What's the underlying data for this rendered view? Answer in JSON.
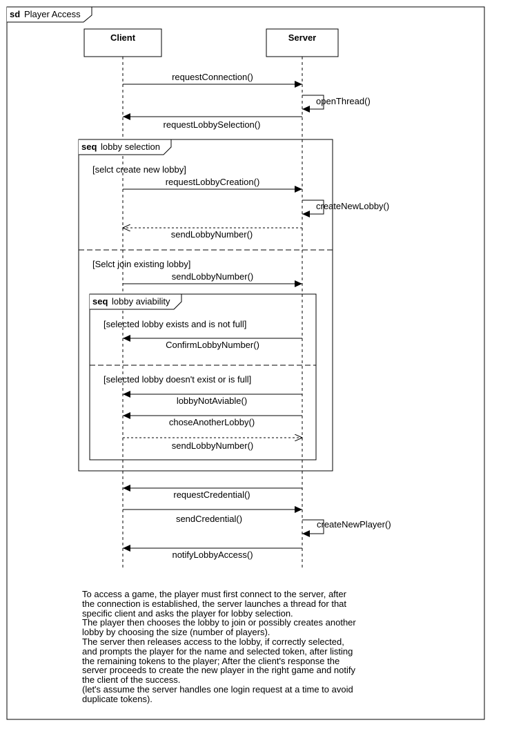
{
  "frame": {
    "keyword": "sd",
    "title": "Player Access"
  },
  "lifelines": {
    "client": "Client",
    "server": "Server"
  },
  "messages": {
    "request_connection": "requestConnection()",
    "open_thread": "openThread()",
    "request_lobby_selection": "requestLobbySelection()",
    "request_lobby_creation": "requestLobbyCreation()",
    "create_new_lobby": "createNewLobby()",
    "send_lobby_number_1": "sendLobbyNumber()",
    "send_lobby_number_2": "sendLobbyNumber()",
    "confirm_lobby_number": "ConfirmLobbyNumber()",
    "lobby_not_available": "lobbyNotAviable()",
    "chose_another_lobby": "choseAnotherLobby()",
    "send_lobby_number_3": "sendLobbyNumber()",
    "request_credential": "requestCredential()",
    "send_credential": "sendCredential()",
    "create_new_player": "createNewPlayer()",
    "notify_lobby_access": "notifyLobbyAccess()"
  },
  "fragment_lobby_selection": {
    "keyword": "seq",
    "title": "lobby selection",
    "guard_create": "[selct create new lobby]",
    "guard_join": "[Selct join existing lobby]"
  },
  "fragment_lobby_availability": {
    "keyword": "seq",
    "title": "lobby aviability",
    "guard_exists": "[selected lobby exists and is not full]",
    "guard_not_exists": "[selected lobby doesn't exist or is full]"
  },
  "note": {
    "paragraph_1": "To access a game, the player must first connect to the server, after the connection is established, the server launches a thread for that specific client and asks the player for lobby selection.",
    "paragraph_2": "The player then chooses the lobby to join or possibly creates another lobby by choosing the size (number of players).",
    "paragraph_3": "The server then releases access to the lobby, if correctly selected, and prompts the player for the name and selected token, after listing the remaining tokens to the player; After the client's response the server proceeds to create the new player in the right game and notify the client of the success.",
    "paragraph_4": "(let's assume the server handles one login request at a time to avoid duplicate tokens)."
  },
  "colors": {
    "stroke": "#000000",
    "background": "#ffffff"
  }
}
